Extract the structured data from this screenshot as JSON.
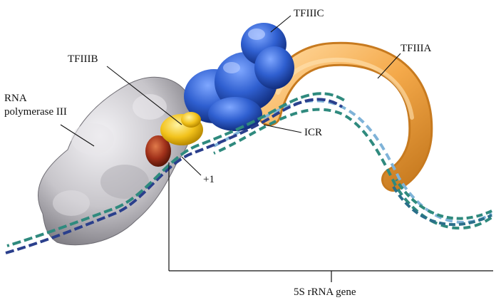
{
  "labels": {
    "rna_polymerase_line1": "RNA",
    "rna_polymerase_line2": "polymerase III",
    "tfiiib": "TFIIIB",
    "tfiiic": "TFIIIC",
    "tfiiia": "TFIIIA",
    "icr": "ICR",
    "plus_one": "+1",
    "gene": "5S rRNA gene"
  },
  "colors": {
    "polymerase": "#c9c7cc",
    "tfiiic": "#2f5fd0",
    "tfiiia": "#f4a94a",
    "tfiiib_yellow": "#f2c21b",
    "tfiiib_red": "#a0301a",
    "dna_blue": "#2a3f8c",
    "dna_teal": "#2f8a7e",
    "dna_light": "#7fb3d8"
  }
}
